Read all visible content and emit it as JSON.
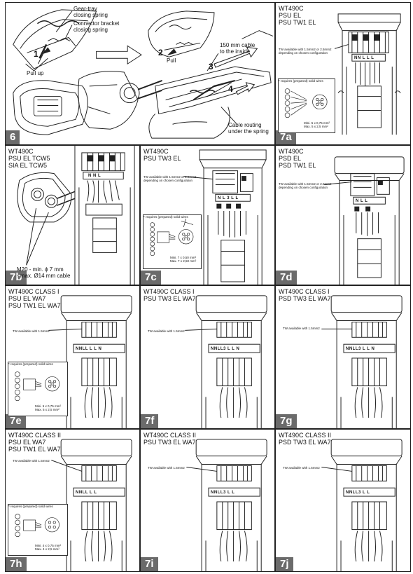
{
  "panels": {
    "p6": {
      "tag": "6",
      "gear_tray_label": "Gear-tray\nclosing spring",
      "connector_label": "Connector bracket\nclosing spring",
      "pull_up_label": "Pull up",
      "pull_label": "Pull",
      "cable_inside_label": "150 mm cable\nto the inside",
      "routing_label": "Cable routing\nunder the spring",
      "step1": "1",
      "step2": "2",
      "step3": "3",
      "step4": "4"
    },
    "p7a": {
      "tag": "7a",
      "title": "WT490C\nPSU EL\nPSU TW1 EL",
      "tw_note": "TW available with 1.5mm2 or 2.5mm2\ndepending on chosen configuration",
      "box_note": "* requires (prepared) solid wires",
      "wire_spec": "Mini. 5 x 0,75 mm²\nMax. 5 x 2,5 mm²",
      "terminals": "NN L L L"
    },
    "p7b": {
      "tag": "7b",
      "title": "WT490C\nPSU EL TCW5\nSIA EL TCW5",
      "m20_label": "M20 - min. ϕ 7 mm\n- max. Ø14 mm cable",
      "terminals": "N N L"
    },
    "p7c": {
      "tag": "7c",
      "title": "WT490C\nPSU TW3 EL",
      "tw_note": "TW available with 1.5mm2 or 2.5mm2\ndepending on chosen configuration",
      "box_note": "* requires (prepared) solid wires",
      "wire_spec": "Mini. 7 x 0,50 mm²\nMax. 7 x 2,50 mm²",
      "terminals": "N L 3 L L"
    },
    "p7d": {
      "tag": "7d",
      "title": "WT490C\nPSD EL\nPSD TW1 EL",
      "tw_note": "TW available with 1.5mm2 or 2.5mm2\ndepending on chosen configuration",
      "terminals": "N L L"
    },
    "p7e": {
      "tag": "7e",
      "title": "WT490C CLASS I\nPSU EL WA7\nPSU TW1 EL WA7",
      "tw_note": "TW available with 1.5mm2",
      "box_note": "* requires (prepared) solid wires",
      "wire_spec": "Mini. 5 x 0,75 mm²\nMax. 5 x 2,5 mm²",
      "terminals": "NNLL L L N"
    },
    "p7f": {
      "tag": "7f",
      "title": "WT490C CLASS I\nPSU TW3 EL WA7",
      "tw_note": "TW available with 1.5mm2",
      "terminals": "NNLL3 L L N"
    },
    "p7g": {
      "tag": "7g",
      "title": "WT490C CLASS I\nPSD TW3 EL WA7",
      "tw_note": "TW available with 1.5mm2",
      "terminals": "NNLL3 L L N"
    },
    "p7h": {
      "tag": "7h",
      "title": "WT490C CLASS II\nPSU EL WA7\nPSU TW1 EL WA7",
      "tw_note": "TW available with 1.5mm2",
      "box_note": "* requires (prepared) solid wires",
      "wire_spec": "Mini. 4 x 0,75 mm²\nMax. 4 x 2,5 mm²",
      "terminals": "NNLL L L"
    },
    "p7i": {
      "tag": "7i",
      "title": "WT490C CLASS II\nPSU TW3 EL WA7",
      "tw_note": "TW available with 1.5mm2",
      "terminals": "NNLL3 L L"
    },
    "p7j": {
      "tag": "7j",
      "title": "WT490C CLASS II\nPSD TW3 EL WA7",
      "tw_note": "TW available with 1.5mm2",
      "terminals": "NNLL3 L L"
    }
  }
}
